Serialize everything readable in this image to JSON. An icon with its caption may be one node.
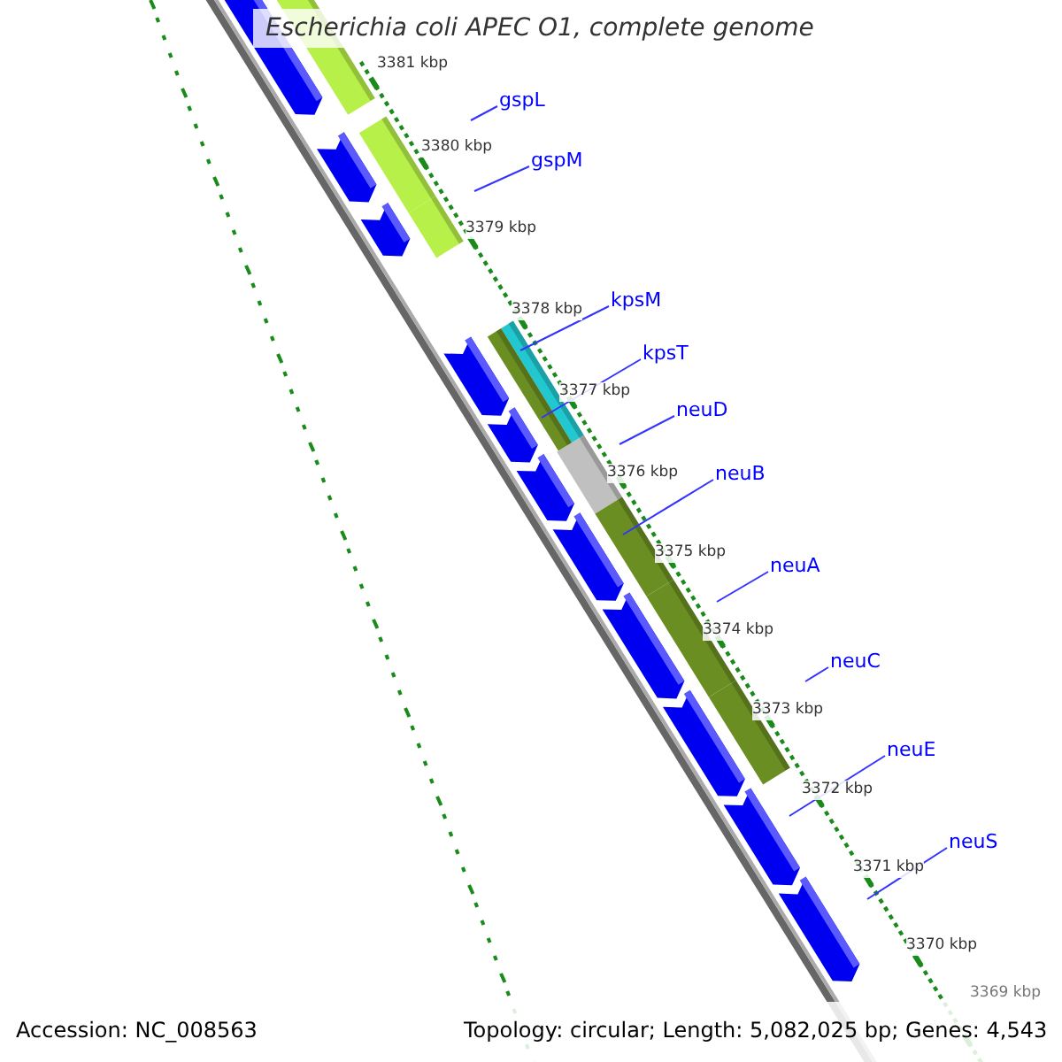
{
  "diagram": {
    "title": "Escherichia coli APEC O1, complete genome",
    "nodes": [
      {
        "text": [
          "gspL"
        ]
      },
      {
        "text": [
          "gspM"
        ]
      },
      {
        "text": [
          "kpsM"
        ]
      },
      {
        "text": [
          "kpsT"
        ]
      },
      {
        "text": [
          "neuD"
        ]
      },
      {
        "text": [
          "neuB"
        ]
      },
      {
        "text": [
          "neuA"
        ]
      },
      {
        "text": [
          "neuC"
        ]
      },
      {
        "text": [
          "neuE"
        ]
      },
      {
        "text": [
          "neuS"
        ]
      }
    ],
    "edges": [
      {
        "from": 0,
        "to": null,
        "arrow": "none"
      },
      {
        "from": 1,
        "to": null,
        "arrow": "none"
      },
      {
        "from": 2,
        "to": null,
        "arrow": "none"
      },
      {
        "from": 3,
        "to": null,
        "arrow": "none"
      },
      {
        "from": 4,
        "to": null,
        "arrow": "none"
      },
      {
        "from": 5,
        "to": null,
        "arrow": "none"
      },
      {
        "from": 6,
        "to": null,
        "arrow": "none"
      },
      {
        "from": 7,
        "to": null,
        "arrow": "none"
      },
      {
        "from": 8,
        "to": null,
        "arrow": "none"
      },
      {
        "from": 9,
        "to": null,
        "arrow": "none"
      }
    ],
    "labels": [
      "3381 kbp",
      "3380 kbp",
      "3379 kbp",
      "3378 kbp",
      "3377 kbp",
      "3376 kbp",
      "3375 kbp",
      "3374 kbp",
      "3373 kbp",
      "3372 kbp",
      "3371 kbp",
      "3370 kbp",
      "3369 kbp",
      "Accession: NC_008563",
      "Topology: circular; Length: 5,082,025 bp; Genes: 4,543"
    ]
  }
}
